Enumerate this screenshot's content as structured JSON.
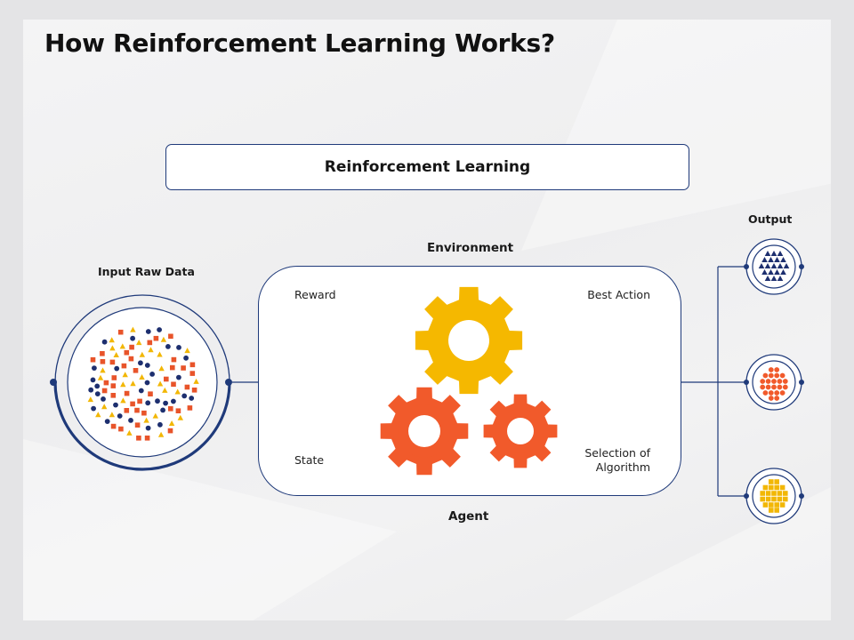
{
  "title": "How Reinforcement Learning Works?",
  "top_box": "Reinforcement Learning",
  "labels": {
    "input": "Input Raw Data",
    "environment": "Environment",
    "agent": "Agent",
    "output": "Output"
  },
  "corners": {
    "reward": "Reward",
    "best_action": "Best Action",
    "state": "State",
    "selection_line1": "Selection of",
    "selection_line2": "Algorithm"
  },
  "colors": {
    "navy": "#1f3a7a",
    "gear_yellow": "#f5b800",
    "gear_orange": "#f15a2b",
    "dot_navy": "#1d2f6f",
    "square_orange": "#e8542a",
    "triangle_yellow": "#f2b705"
  },
  "icons": [
    "gear-icon",
    "triangle-cluster-icon",
    "dot-cluster-icon",
    "square-cluster-icon"
  ]
}
